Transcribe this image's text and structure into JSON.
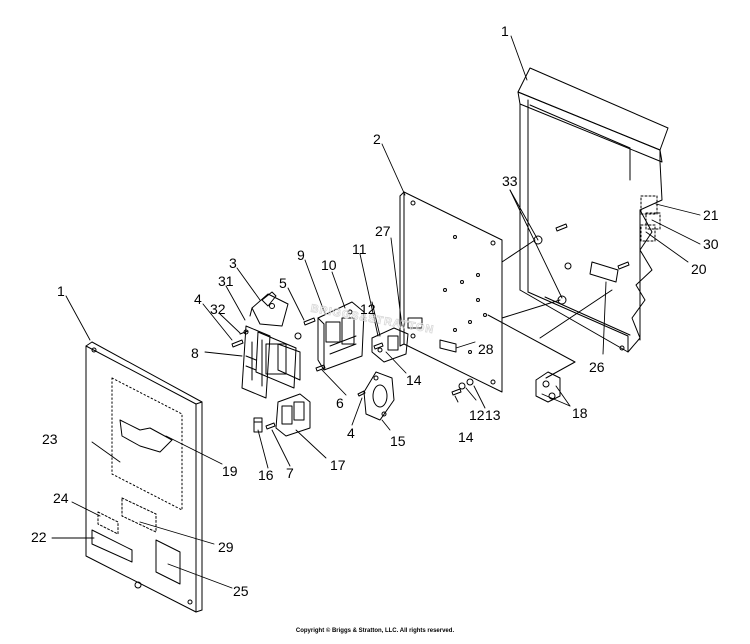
{
  "callouts": [
    {
      "id": "c1a",
      "label": "1"
    },
    {
      "id": "c1b",
      "label": "1"
    },
    {
      "id": "c2",
      "label": "2"
    },
    {
      "id": "c3",
      "label": "3"
    },
    {
      "id": "c4a",
      "label": "4"
    },
    {
      "id": "c4b",
      "label": "4"
    },
    {
      "id": "c5",
      "label": "5"
    },
    {
      "id": "c6",
      "label": "6"
    },
    {
      "id": "c7",
      "label": "7"
    },
    {
      "id": "c8",
      "label": "8"
    },
    {
      "id": "c9",
      "label": "9"
    },
    {
      "id": "c10",
      "label": "10"
    },
    {
      "id": "c11",
      "label": "11"
    },
    {
      "id": "c12a",
      "label": "12"
    },
    {
      "id": "c12b",
      "label": "12"
    },
    {
      "id": "c13",
      "label": "13"
    },
    {
      "id": "c14a",
      "label": "14"
    },
    {
      "id": "c14b",
      "label": "14"
    },
    {
      "id": "c15",
      "label": "15"
    },
    {
      "id": "c16",
      "label": "16"
    },
    {
      "id": "c17",
      "label": "17"
    },
    {
      "id": "c18",
      "label": "18"
    },
    {
      "id": "c19",
      "label": "19"
    },
    {
      "id": "c20",
      "label": "20"
    },
    {
      "id": "c21",
      "label": "21"
    },
    {
      "id": "c22",
      "label": "22"
    },
    {
      "id": "c23",
      "label": "23"
    },
    {
      "id": "c24",
      "label": "24"
    },
    {
      "id": "c25",
      "label": "25"
    },
    {
      "id": "c26",
      "label": "26"
    },
    {
      "id": "c27",
      "label": "27"
    },
    {
      "id": "c28",
      "label": "28"
    },
    {
      "id": "c29",
      "label": "29"
    },
    {
      "id": "c30",
      "label": "30"
    },
    {
      "id": "c31",
      "label": "31"
    },
    {
      "id": "c32",
      "label": "32"
    },
    {
      "id": "c33",
      "label": "33"
    }
  ],
  "watermark": "BRIGGS&STRATTON",
  "copyright": "Copyright © Briggs & Stratton, LLC. All rights reserved."
}
